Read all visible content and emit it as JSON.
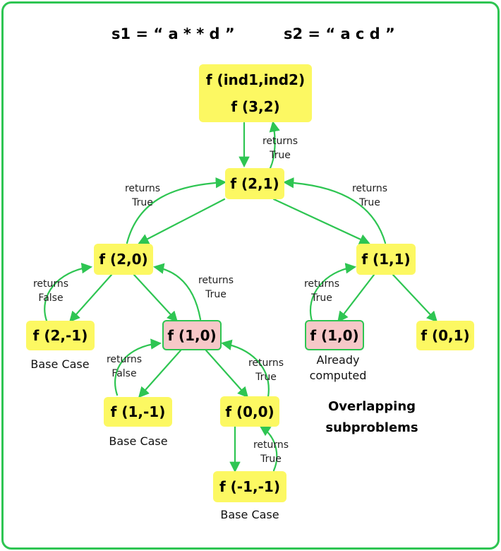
{
  "header": {
    "s1": "s1 = “ a * * d ”",
    "s2": "s2 = “ a c d ”"
  },
  "nodes": {
    "root_signature": "f (ind1,ind2)",
    "root": "f (3,2)",
    "n21": "f (2,1)",
    "n20": "f (2,0)",
    "n11": "f (1,1)",
    "n2m1": "f (2,-1)",
    "n10a": "f (1,0)",
    "n10b": "f (1,0)",
    "n01": "f (0,1)",
    "n1m1": "f (1,-1)",
    "n00": "f (0,0)",
    "nm1m1": "f (-1,-1)"
  },
  "labels": {
    "returns": "returns",
    "true": "True",
    "false": "False"
  },
  "captions": {
    "base_case": "Base Case",
    "already": "Already",
    "computed": "computed",
    "overlapping": "Overlapping",
    "subproblems": "subproblems"
  },
  "colors": {
    "node_fill": "#fcf862",
    "computed_fill": "#f6c8c8",
    "edge": "#2ec552",
    "border": "#2ec552"
  }
}
